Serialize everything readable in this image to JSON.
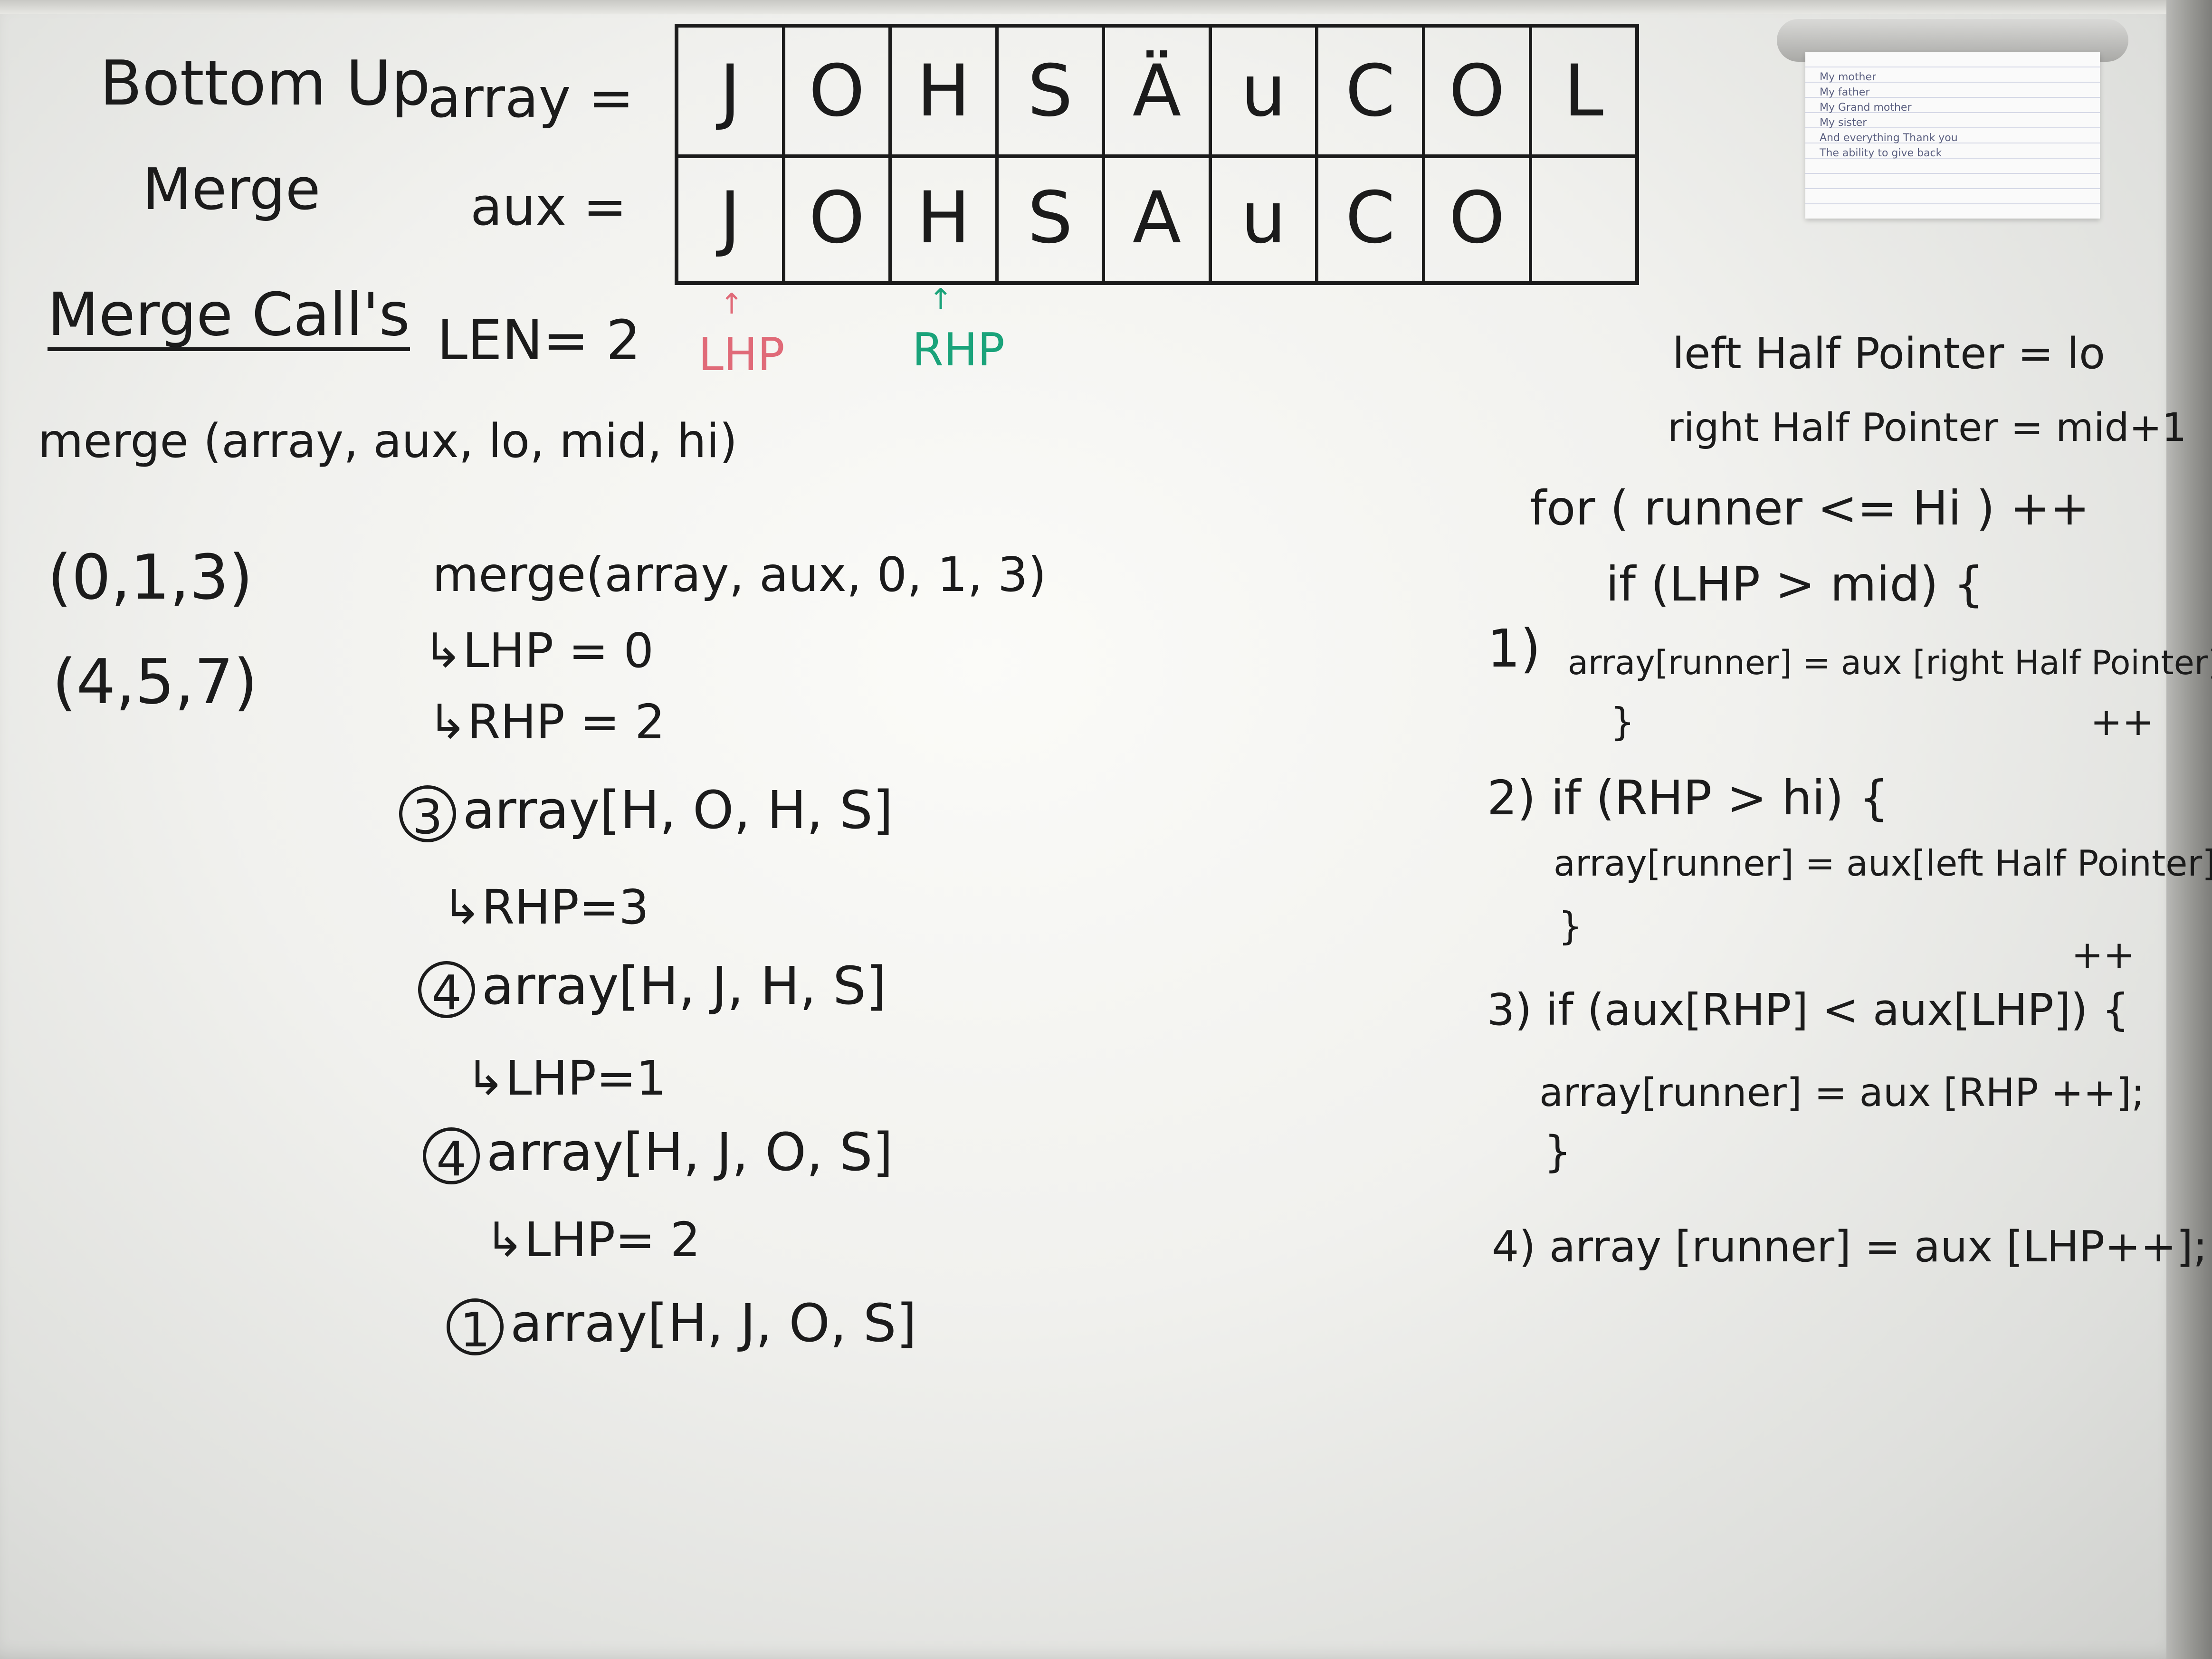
{
  "title_lines": [
    "Bottom Up",
    "Merge"
  ],
  "array_label": "array =",
  "aux_label": "aux =",
  "array_cells": [
    "J",
    "O",
    "H",
    "S",
    "Ä",
    "u",
    "C",
    "O",
    "L"
  ],
  "aux_cells": [
    "J",
    "O",
    "H",
    "S",
    "A",
    "u",
    "C",
    "O",
    ""
  ],
  "pointers": {
    "lhp": {
      "label": "LHP",
      "color": "#e06a78"
    },
    "rhp": {
      "label": "RHP",
      "color": "#1aa37a"
    }
  },
  "merge_calls_heading": "Merge Call's",
  "len_text": "LEN= 2",
  "merge_signature": "merge (array, aux, lo, mid, hi)",
  "ranges": [
    "(0,1,3)",
    "(4,5,7)"
  ],
  "trace": [
    {
      "type": "text",
      "text": "merge(array, aux, 0, 1, 3)"
    },
    {
      "type": "step",
      "text": "↳LHP = 0"
    },
    {
      "type": "step",
      "text": "↳RHP = 2"
    },
    {
      "type": "circled",
      "num": "3",
      "text": "array[H, O, H, S]"
    },
    {
      "type": "step",
      "text": "↳RHP=3"
    },
    {
      "type": "circled",
      "num": "4",
      "text": "array[H, J, H, S]"
    },
    {
      "type": "step",
      "text": "↳LHP=1"
    },
    {
      "type": "circled",
      "num": "4",
      "text": "array[H, J, O, S]"
    },
    {
      "type": "step",
      "text": "↳LHP= 2"
    },
    {
      "type": "circled",
      "num": "1",
      "text": "array[H, J, O, S]"
    }
  ],
  "right_code": {
    "init1": "left Half Pointer = lo",
    "init2": "right Half Pointer = mid+1",
    "loop": "for ( runner <= Hi ) ++",
    "c1_head": "if (LHP > mid) {",
    "c1_num": "1)",
    "c1_body": "array[runner] = aux [right Half Pointer]",
    "c1_pp": "++",
    "c1_close": "}",
    "c2_head": "2) if (RHP > hi) {",
    "c2_body": "array[runner] = aux[left Half Pointer]",
    "c2_close": "}",
    "c2_pp": "++",
    "c3_head": "3) if (aux[RHP] < aux[LHP]) {",
    "c3_body": "array[runner] = aux [RHP ++];",
    "c3_close": "}",
    "c4": "4) array [runner] = aux [LHP++];"
  },
  "note_lines": [
    "My mother",
    "My father",
    "My Grand mother",
    "My sister",
    "And everything Thank you",
    "The ability to give back"
  ]
}
